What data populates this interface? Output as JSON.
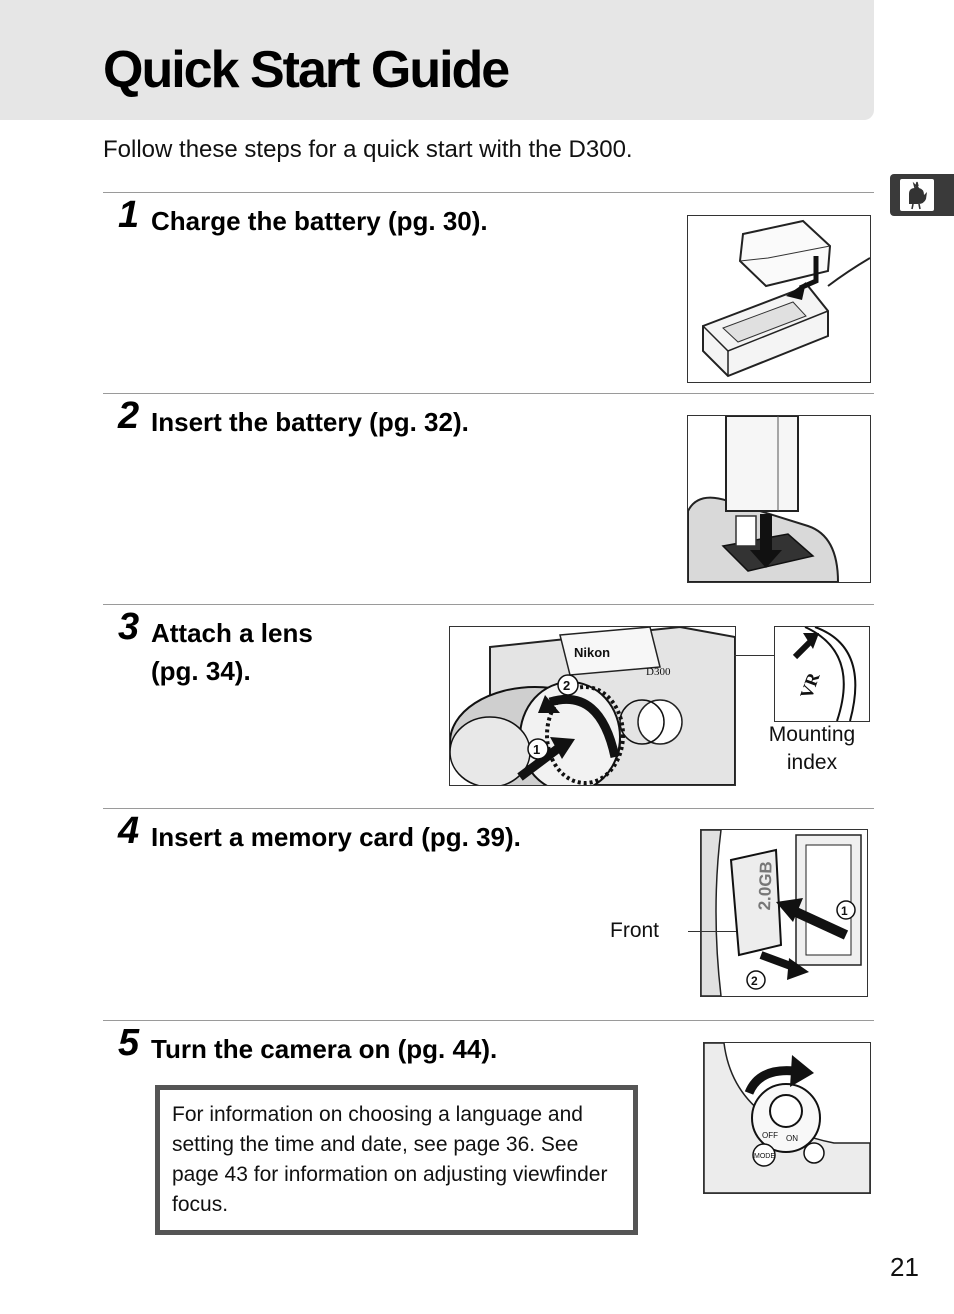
{
  "header": {
    "title": "Quick Start Guide",
    "intro": "Follow these steps for a quick start with the D300."
  },
  "side_tab": {
    "icon": "rooster-icon"
  },
  "steps": [
    {
      "number": "1",
      "title": "Charge the battery (pg. 30).",
      "illustration": "battery-charger-illustration"
    },
    {
      "number": "2",
      "title": "Insert the battery (pg. 32).",
      "illustration": "battery-insert-illustration"
    },
    {
      "number": "3",
      "title_line1": "Attach a lens",
      "title_line2": "(pg. 34).",
      "illustration": "lens-attach-illustration",
      "callout_line1": "Mounting",
      "callout_line2": "index"
    },
    {
      "number": "4",
      "title": "Insert a memory card (pg. 39).",
      "illustration": "memory-card-illustration",
      "callout": "Front"
    },
    {
      "number": "5",
      "title": "Turn the camera on (pg. 44).",
      "illustration": "power-switch-illustration"
    }
  ],
  "illustration_text": {
    "brand": "Nikon",
    "model": "D300",
    "card_capacity": "2.0GB",
    "lens_mark": "VR",
    "switch_off": "OFF",
    "switch_on": "ON",
    "mode_button": "MODE",
    "callout_1": "1",
    "callout_2": "2"
  },
  "note": {
    "text": "For information on choosing a language and setting the time and date, see page 36.  See page 43 for information on adjusting viewfinder focus."
  },
  "page_number": "21"
}
